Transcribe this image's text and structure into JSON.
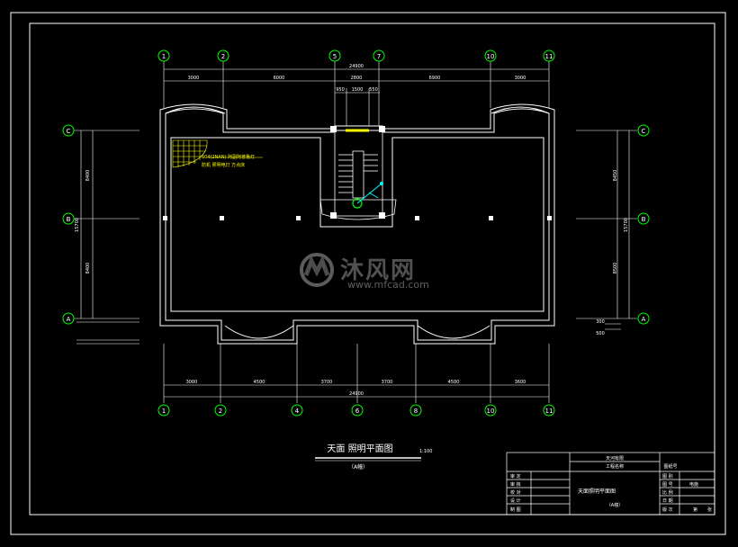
{
  "drawing": {
    "title": "天面  照明平面图",
    "scale": "1:100",
    "subtitle": "（A幢）"
  },
  "grid": {
    "top": [
      "1",
      "2",
      "5",
      "7",
      "10",
      "11"
    ],
    "bottom": [
      "1",
      "2",
      "4",
      "6",
      "8",
      "10",
      "11"
    ],
    "left": [
      "C",
      "B",
      "A"
    ],
    "right": [
      "C",
      "B",
      "A"
    ]
  },
  "dims": {
    "top_total": "24900",
    "top_segments": [
      "3000",
      "6000",
      "2800",
      "6900",
      "3000"
    ],
    "top_stair": [
      "950",
      "1500",
      "550"
    ],
    "bottom_segments": [
      "3000",
      "4500",
      "3700",
      "3700",
      "4500",
      "3600"
    ],
    "bottom_total": "24900",
    "left_segments": [
      "8400",
      "8400"
    ],
    "left_total": "15700",
    "right_segments": [
      "8450",
      "8500"
    ],
    "right_total": "15700",
    "right_small": [
      "300",
      "500"
    ]
  },
  "notes": {
    "line1": "S04(2NAN)    阿副阿普鲁灯",
    "line2": "防机  照明电灯    方点床"
  },
  "title_block": {
    "company": "天河有限",
    "project": "工程名称",
    "sheet_label": "图纸号",
    "drawing_name": "天面照明平面图",
    "drawing_sub": "（A幢）",
    "rows_left": [
      "审 定",
      "审 核",
      "校 对",
      "设 计",
      "制 图"
    ],
    "rows_right": [
      "图 别",
      "图 号",
      "比 例",
      "日 期",
      "版 次"
    ],
    "right_vals": [
      "电施",
      "",
      "",
      "",
      ""
    ],
    "footer": [
      "第",
      "张"
    ]
  },
  "watermark": {
    "cn": "沐风网",
    "en": "www.mfcad.com"
  },
  "colors": {
    "background": "#000000",
    "lines": "#ffffff",
    "grid_bubbles": "#00ff00",
    "notes": "#ffff00",
    "stair_fixture": "#00ffff"
  }
}
